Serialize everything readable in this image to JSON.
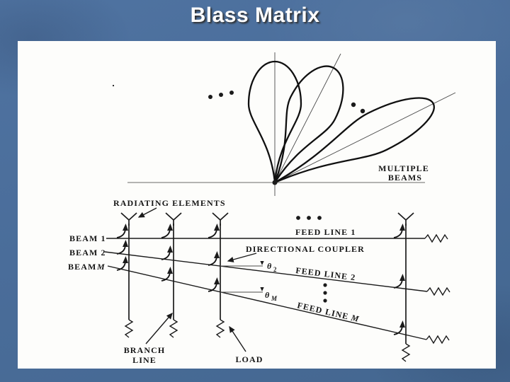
{
  "slide": {
    "title": "Blass Matrix",
    "colors": {
      "background": "#4a6d9a",
      "paper": "#fdfdfb",
      "ink": "#1b1b1b",
      "title_text": "#ffffff",
      "title_shadow": "#2e2e2e"
    }
  },
  "beam_figure": {
    "multiple_beams_line1": "MULTIPLE",
    "multiple_beams_line2": "BEAMS"
  },
  "schematic": {
    "radiating_elements": "RADIATING ELEMENTS",
    "beam1": "BEAM 1",
    "beam2": "BEAM 2",
    "beamM_prefix": "BEAM",
    "beamM_var": "M",
    "feed_line1": "FEED LINE 1",
    "directional_coupler": "DIRECTIONAL COUPLER",
    "feed_line2": "FEED LINE 2",
    "feed_lineM_prefix": "FEED LINE",
    "feed_lineM_var": "M",
    "theta_symbol": "θ",
    "theta2_sub": "2",
    "thetaM_sub": "M",
    "branch_line_line1": "BRANCH",
    "branch_line_line2": "LINE",
    "load": "LOAD"
  }
}
